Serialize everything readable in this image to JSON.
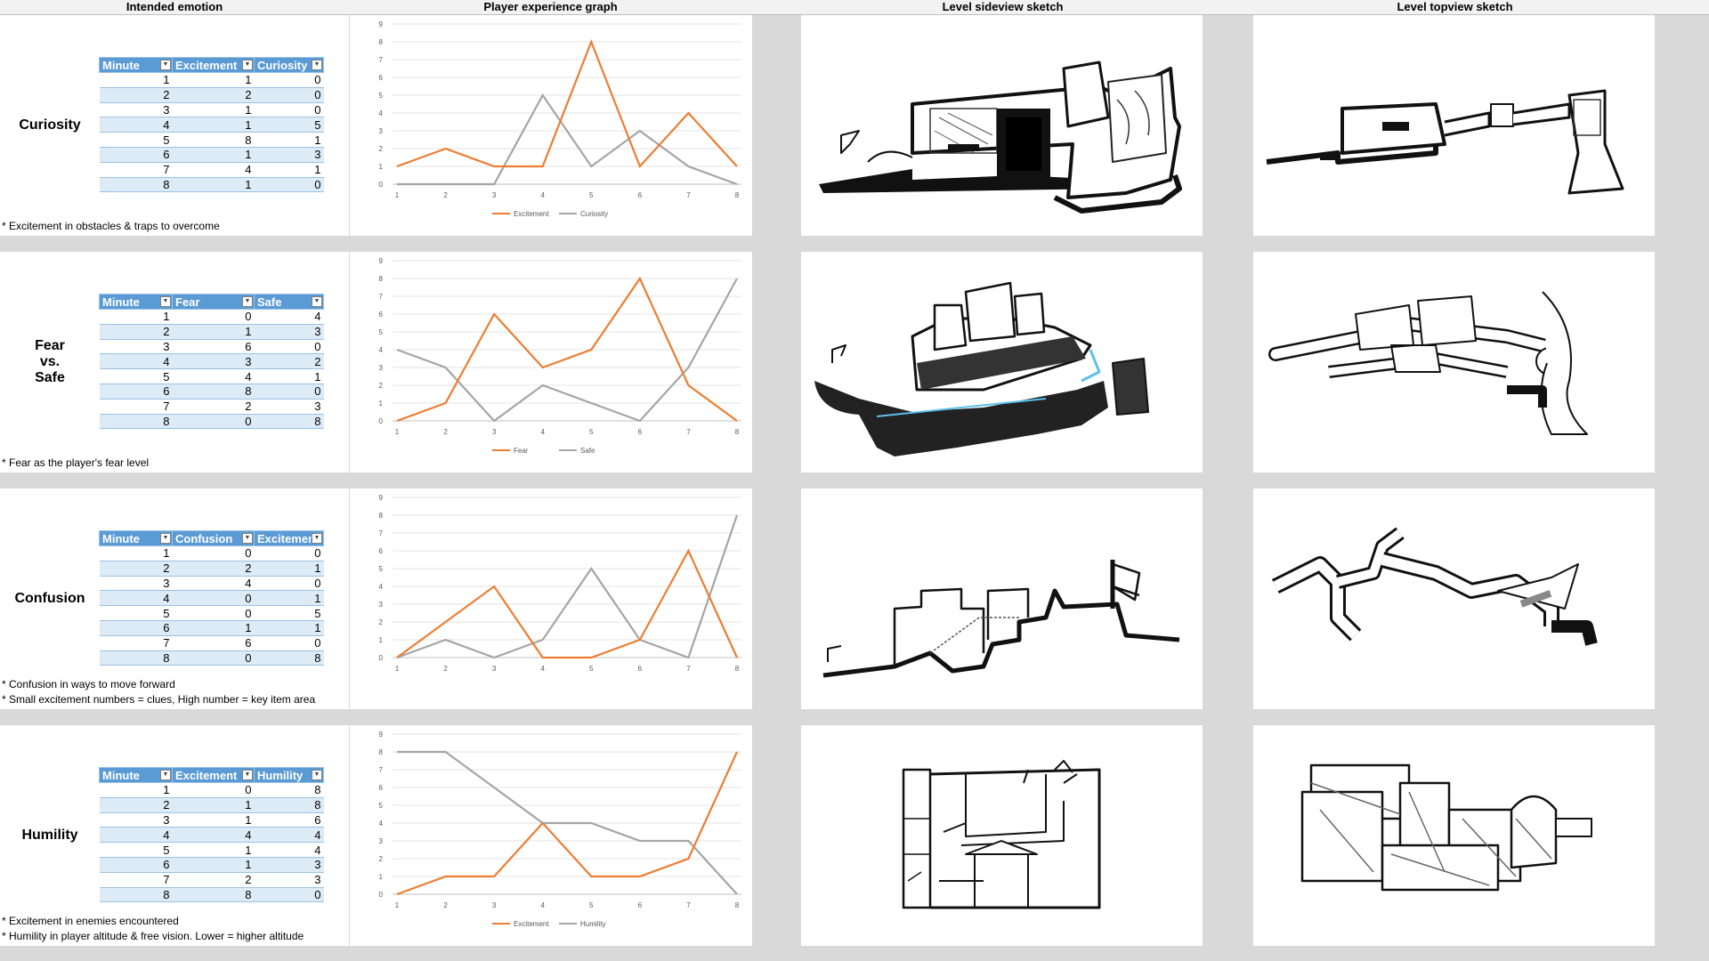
{
  "headers": {
    "emotion": "Intended emotion",
    "graph": "Player experience graph",
    "sideview": "Level sideview sketch",
    "topview": "Level topview sketch"
  },
  "colors": {
    "series1": "#ed7d31",
    "series2": "#a5a5a5",
    "table_header": "#5b9bd5",
    "table_band": "#ddebf7"
  },
  "rows": [
    {
      "emotion_lines": [
        "Curiosity"
      ],
      "notes": [
        "* Excitement in obstacles & traps to overcome"
      ],
      "table": {
        "headers": [
          "Minute",
          "Excitement",
          "Curiosity"
        ],
        "rows": [
          [
            "1",
            "1",
            "0"
          ],
          [
            "2",
            "2",
            "0"
          ],
          [
            "3",
            "1",
            "0"
          ],
          [
            "4",
            "1",
            "5"
          ],
          [
            "5",
            "8",
            "1"
          ],
          [
            "6",
            "1",
            "3"
          ],
          [
            "7",
            "4",
            "1"
          ],
          [
            "8",
            "1",
            "0"
          ]
        ]
      }
    },
    {
      "emotion_lines": [
        "Fear",
        "vs.",
        "Safe"
      ],
      "notes": [
        "* Fear as the player's fear level"
      ],
      "table": {
        "headers": [
          "Minute",
          "Fear",
          "Safe"
        ],
        "rows": [
          [
            "1",
            "0",
            "4"
          ],
          [
            "2",
            "1",
            "3"
          ],
          [
            "3",
            "6",
            "0"
          ],
          [
            "4",
            "3",
            "2"
          ],
          [
            "5",
            "4",
            "1"
          ],
          [
            "6",
            "8",
            "0"
          ],
          [
            "7",
            "2",
            "3"
          ],
          [
            "8",
            "0",
            "8"
          ]
        ]
      }
    },
    {
      "emotion_lines": [
        "Confusion"
      ],
      "notes": [
        "* Confusion in ways to move forward",
        "* Small excitement numbers = clues, High number = key item area"
      ],
      "table": {
        "headers": [
          "Minute",
          "Confusion",
          "Excitement"
        ],
        "rows": [
          [
            "1",
            "0",
            "0"
          ],
          [
            "2",
            "2",
            "1"
          ],
          [
            "3",
            "4",
            "0"
          ],
          [
            "4",
            "0",
            "1"
          ],
          [
            "5",
            "0",
            "5"
          ],
          [
            "6",
            "1",
            "1"
          ],
          [
            "7",
            "6",
            "0"
          ],
          [
            "8",
            "0",
            "8"
          ]
        ]
      }
    },
    {
      "emotion_lines": [
        "Humility"
      ],
      "notes": [
        "* Excitement in enemies encountered",
        "* Humility in player altitude & free vision. Lower = higher altitude"
      ],
      "table": {
        "headers": [
          "Minute",
          "Excitement",
          "Humility"
        ],
        "rows": [
          [
            "1",
            "0",
            "8"
          ],
          [
            "2",
            "1",
            "8"
          ],
          [
            "3",
            "1",
            "6"
          ],
          [
            "4",
            "4",
            "4"
          ],
          [
            "5",
            "1",
            "4"
          ],
          [
            "6",
            "1",
            "3"
          ],
          [
            "7",
            "2",
            "3"
          ],
          [
            "8",
            "8",
            "0"
          ]
        ]
      }
    }
  ],
  "chart_data": [
    {
      "type": "line",
      "x": [
        1,
        2,
        3,
        4,
        5,
        6,
        7,
        8
      ],
      "ylim": [
        0,
        9
      ],
      "legend_position": "bottom",
      "grid": true,
      "series": [
        {
          "name": "Excitement",
          "values": [
            1,
            2,
            1,
            1,
            8,
            1,
            4,
            1
          ]
        },
        {
          "name": "Curiosity",
          "values": [
            0,
            0,
            0,
            5,
            1,
            3,
            1,
            0
          ]
        }
      ]
    },
    {
      "type": "line",
      "x": [
        1,
        2,
        3,
        4,
        5,
        6,
        7,
        8
      ],
      "ylim": [
        0,
        9
      ],
      "legend_position": "bottom",
      "grid": true,
      "series": [
        {
          "name": "Fear",
          "values": [
            0,
            1,
            6,
            3,
            4,
            8,
            2,
            0
          ]
        },
        {
          "name": "Safe",
          "values": [
            4,
            3,
            0,
            2,
            1,
            0,
            3,
            8
          ]
        }
      ]
    },
    {
      "type": "line",
      "x": [
        1,
        2,
        3,
        4,
        5,
        6,
        7,
        8
      ],
      "ylim": [
        0,
        9
      ],
      "legend_position": "none",
      "grid": true,
      "series": [
        {
          "values": [
            0,
            2,
            4,
            0,
            0,
            1,
            6,
            0
          ]
        },
        {
          "values": [
            0,
            1,
            0,
            1,
            5,
            1,
            0,
            8
          ]
        }
      ]
    },
    {
      "type": "line",
      "x": [
        1,
        2,
        3,
        4,
        5,
        6,
        7,
        8
      ],
      "ylim": [
        0,
        9
      ],
      "legend_position": "bottom",
      "grid": true,
      "series": [
        {
          "name": "Excitement",
          "values": [
            0,
            1,
            1,
            4,
            1,
            1,
            2,
            8
          ]
        },
        {
          "name": "Humility",
          "values": [
            8,
            8,
            6,
            4,
            4,
            3,
            3,
            0
          ]
        }
      ]
    }
  ],
  "sketches": [
    {
      "side": "level-1-sideview",
      "top": "level-1-topview"
    },
    {
      "side": "level-2-sideview",
      "top": "level-2-topview"
    },
    {
      "side": "level-3-sideview",
      "top": "level-3-topview"
    },
    {
      "side": "level-4-sideview",
      "top": "level-4-topview"
    }
  ]
}
